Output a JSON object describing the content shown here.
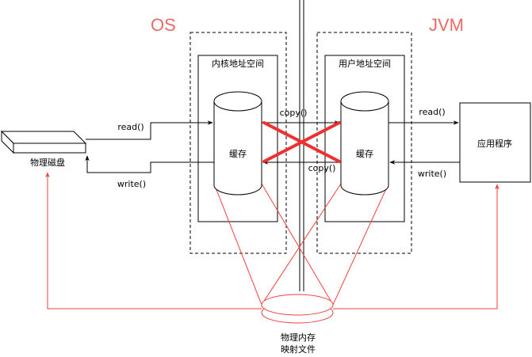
{
  "titles": {
    "os": "OS",
    "jvm": "JVM"
  },
  "kernel_space": {
    "label": "内核地址空间",
    "cache_label": "缓存"
  },
  "user_space": {
    "label": "用户地址空间",
    "cache_label": "缓存"
  },
  "disk": {
    "label": "物理磁盘"
  },
  "app": {
    "label": "应用程序"
  },
  "mapping": {
    "line1": "物理内存",
    "line2": "映射文件"
  },
  "edges": {
    "read_left": "read()",
    "write_left": "write()",
    "copy_top": "copy()",
    "copy_bottom": "copy()",
    "read_right": "read()",
    "write_right": "write()"
  },
  "colors": {
    "accent": "#ea6b66",
    "mapping_line": "#f04040",
    "cross": "#f03030",
    "ink": "#000000"
  }
}
